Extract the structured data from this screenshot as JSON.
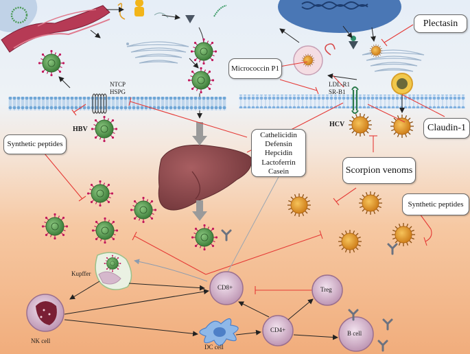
{
  "receptors_hbv": [
    "NTCP",
    "HSPG"
  ],
  "receptors_hcv": [
    "LDL-R1",
    "SR-B1"
  ],
  "virus_labels": {
    "hbv": "HBV",
    "hcv": "HCV"
  },
  "boxes": {
    "plectasin": "Plectasin",
    "micrococcin": "Micrococcin P1",
    "claudin": "Claudin-1",
    "synthetic_left": "Synthetic peptides",
    "synthetic_right": "Synthetic peptides",
    "scorpion": "Scorpion venoms",
    "peptides": [
      "Cathelicidin",
      "Defensin",
      "Hepcidin",
      "Lactoferrin",
      "Casein"
    ]
  },
  "cells": {
    "kupffer": "Kupffer",
    "nk": "NK cell",
    "dc": "DC cell",
    "cd8": "CD8+",
    "cd4": "CD4+",
    "treg": "Treg",
    "bcell": "B cell"
  },
  "colors": {
    "membrane": "#6fa6d6",
    "inhibition": "#e53935",
    "er": "#b63a55",
    "liver": "#8c4a4e",
    "hbv_virion": "#5a9a55",
    "hcv_virion": "#e69a2e",
    "immune_cell": "#d9b7c9"
  }
}
